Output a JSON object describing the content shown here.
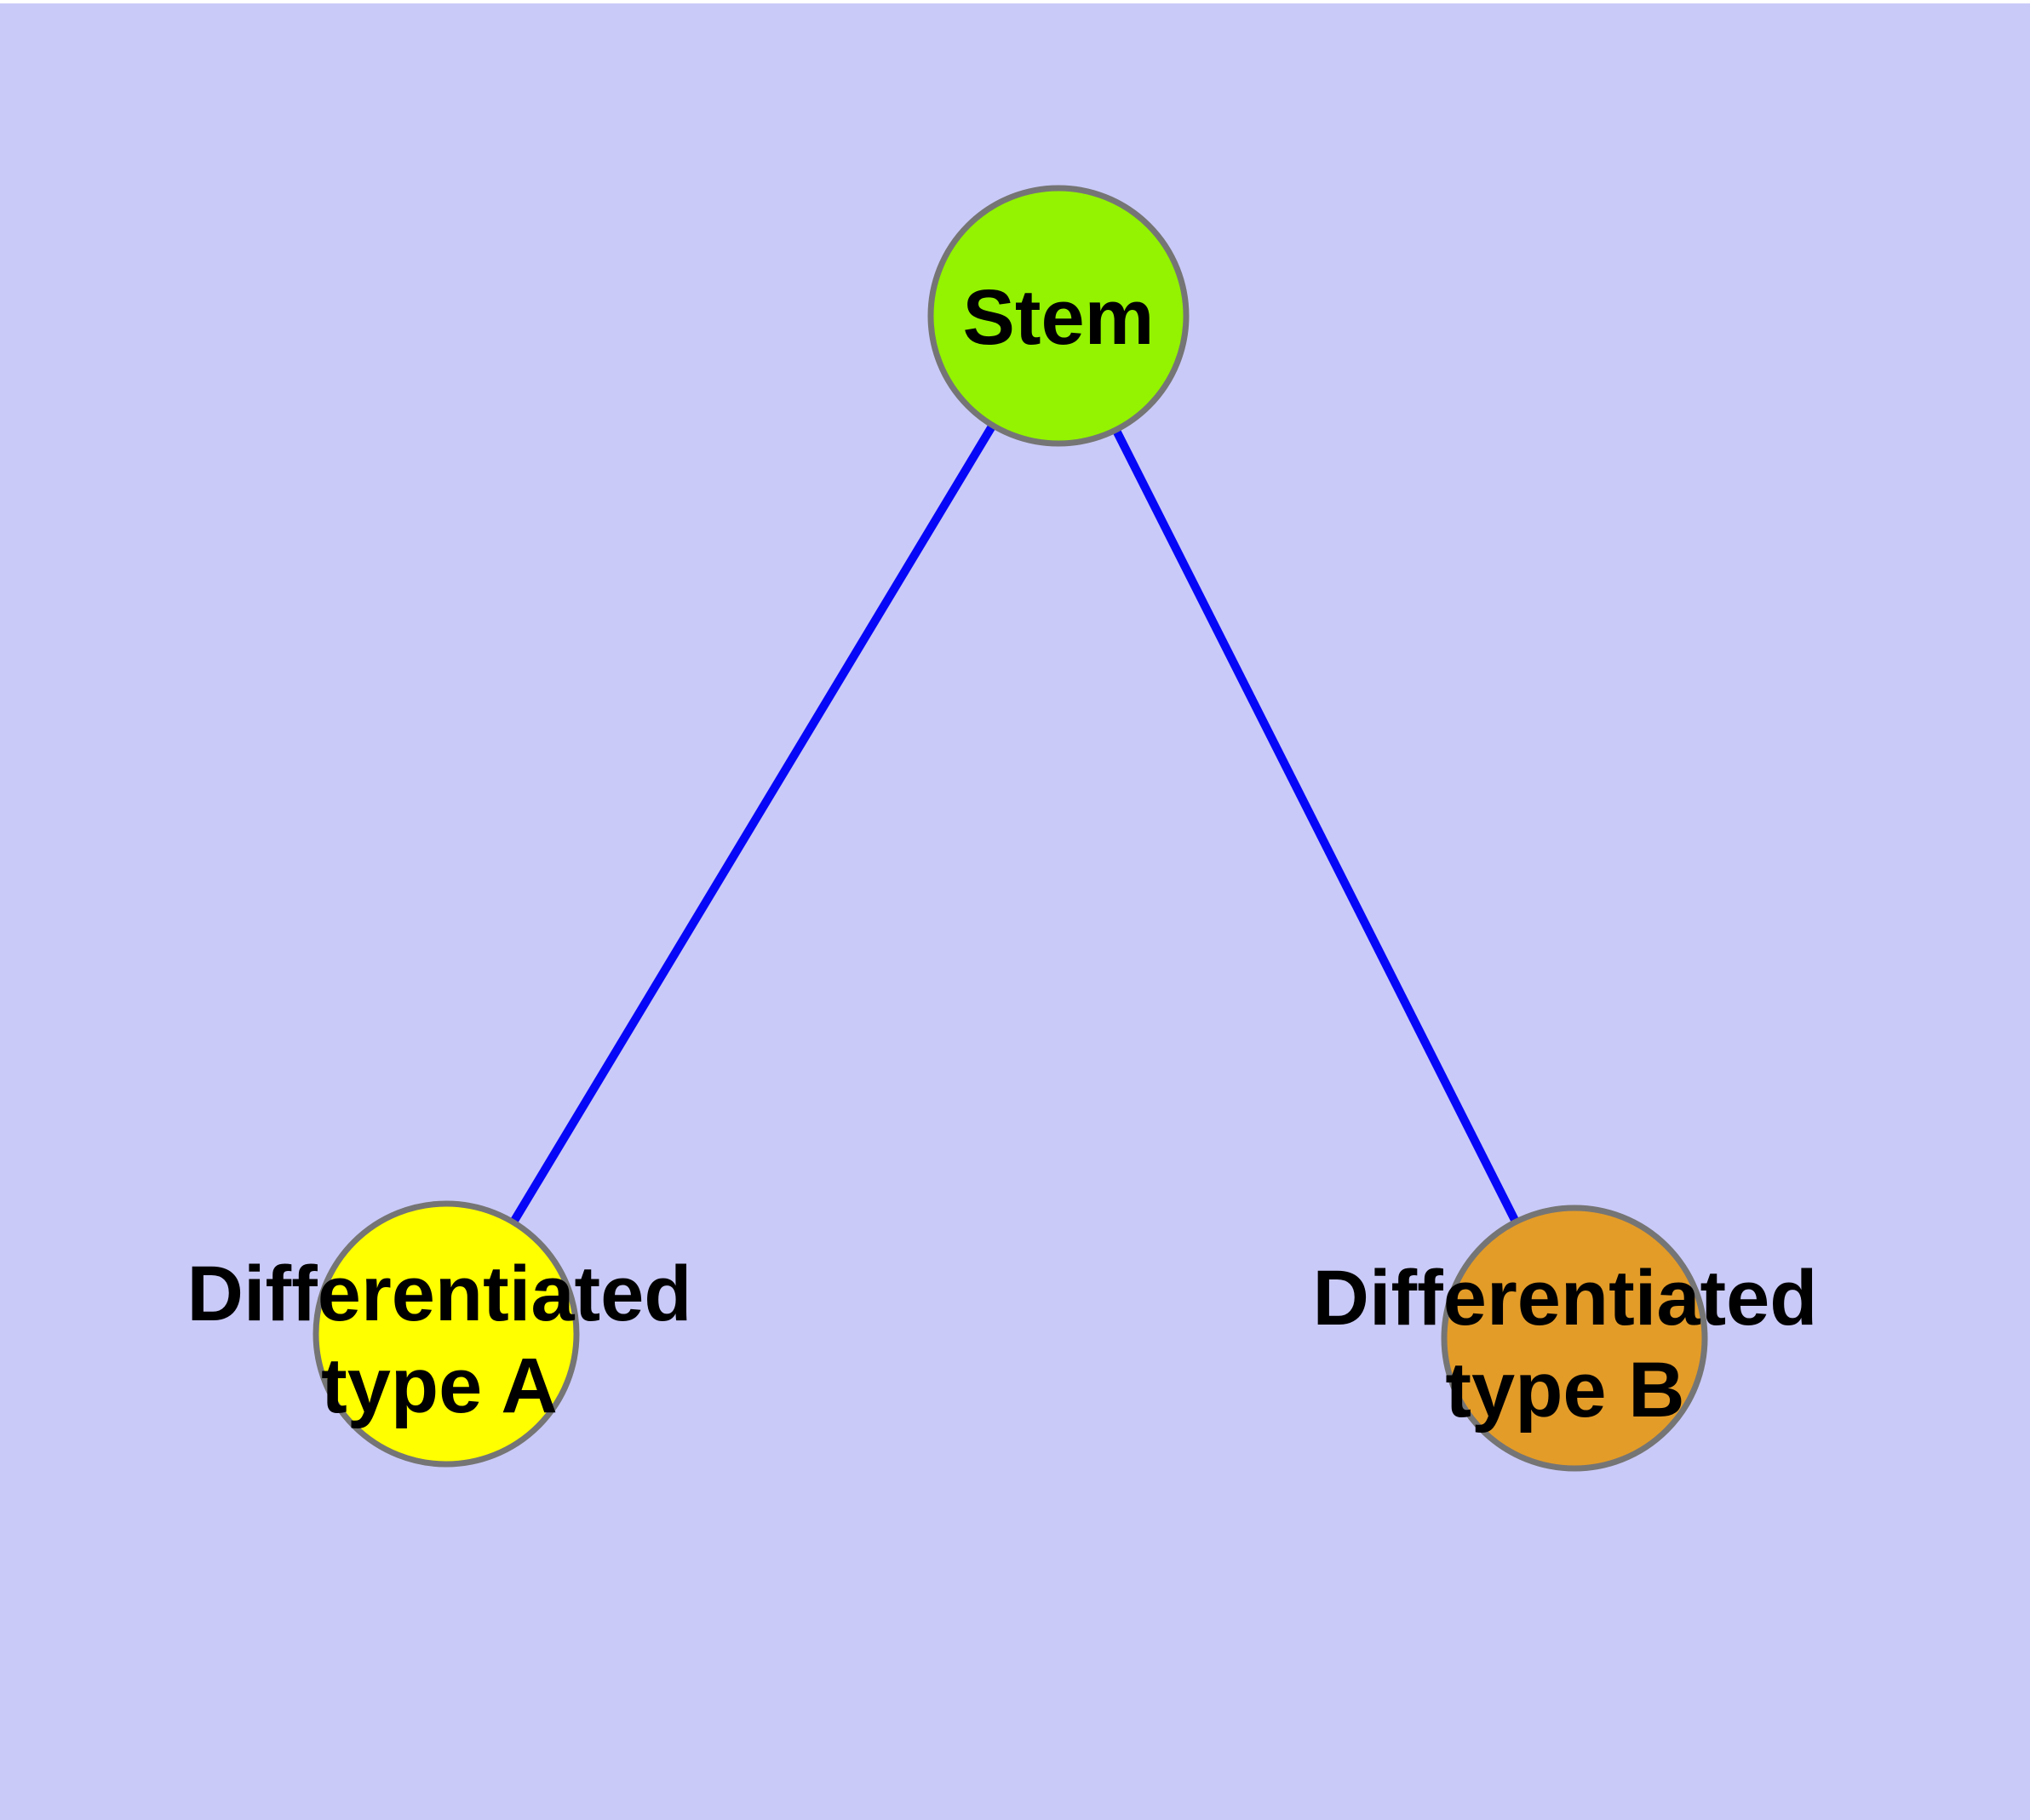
{
  "diagram": {
    "type": "node-link-graph",
    "background_color": "#cacaf8",
    "top_strip_color": "#ffffff",
    "edge_color": "#0707f8",
    "node_border_color": "#757575",
    "label_color": "#000000",
    "nodes": [
      {
        "id": "stem",
        "label": "Stem",
        "label_lines": [
          "Stem"
        ],
        "fill": "#93f300"
      },
      {
        "id": "differentiated-type-a",
        "label": "Differentiated type A",
        "label_lines": [
          "Differentiated",
          "type A"
        ],
        "fill": "#ffff00"
      },
      {
        "id": "differentiated-type-b",
        "label": "Differentiated type B",
        "label_lines": [
          "Differentiated",
          "type B"
        ],
        "fill": "#e49c28"
      }
    ],
    "edges": [
      {
        "from": "stem",
        "to": "differentiated-type-a"
      },
      {
        "from": "stem",
        "to": "differentiated-type-b"
      }
    ]
  }
}
